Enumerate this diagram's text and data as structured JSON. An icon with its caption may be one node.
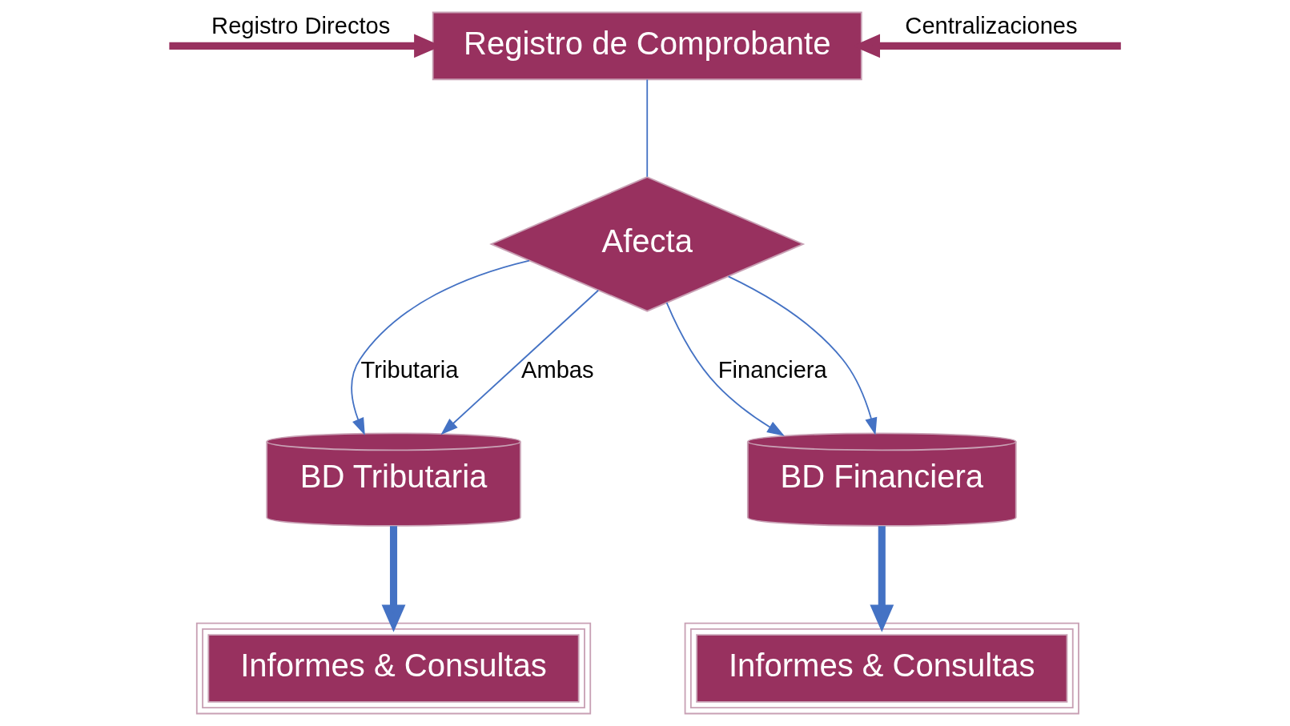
{
  "diagram": {
    "nodes": [
      {
        "text": [
          "Registro de Comprobante"
        ]
      },
      {
        "text": [
          "Afecta"
        ]
      },
      {
        "text": [
          "BD Tributaria"
        ]
      },
      {
        "text": [
          "BD Financiera"
        ]
      },
      {
        "text": [
          "Informes & Consultas"
        ]
      },
      {
        "text": [
          "Informes & Consultas"
        ]
      }
    ],
    "edges": [
      {
        "from": null,
        "to": 0,
        "arrow": "to",
        "label": "Registro Directos",
        "style": "thick",
        "color": "#98315f"
      },
      {
        "from": null,
        "to": 0,
        "arrow": "to",
        "label": "Centralizaciones",
        "style": "thick",
        "color": "#98315f"
      },
      {
        "from": 0,
        "to": 1,
        "arrow": "none"
      },
      {
        "from": 1,
        "to": 2,
        "arrow": "to",
        "label": "Tributaria"
      },
      {
        "from": 1,
        "to": 3,
        "arrow": "to",
        "label": "Financiera"
      },
      {
        "from": 1,
        "to": 2,
        "arrow": "to",
        "label": "Ambas"
      },
      {
        "from": 1,
        "to": 3,
        "arrow": "to"
      },
      {
        "from": 2,
        "to": 4,
        "arrow": "to",
        "style": "thick"
      },
      {
        "from": 3,
        "to": 5,
        "arrow": "to",
        "style": "thick"
      }
    ]
  }
}
